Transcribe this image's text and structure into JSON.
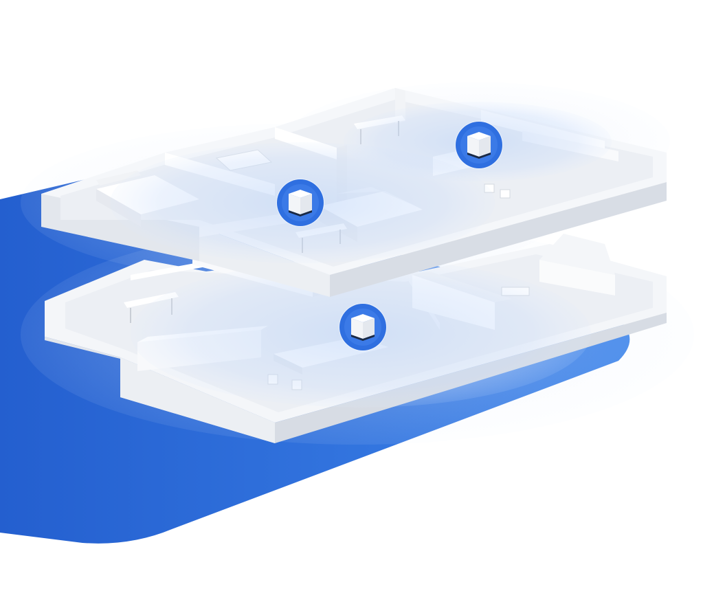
{
  "scene": {
    "subject": "mesh-wifi-coverage-illustration",
    "floors": [
      "upper-floor",
      "lower-floor"
    ],
    "nodes": [
      {
        "id": "node-upper-left",
        "icon": "mesh-router-cube-icon"
      },
      {
        "id": "node-upper-right",
        "icon": "mesh-router-cube-icon"
      },
      {
        "id": "node-lower-center",
        "icon": "mesh-router-cube-icon"
      }
    ]
  },
  "colors": {
    "base_blue": "#2a67d2",
    "base_blue_light": "#3a7ee6",
    "node_ring": "#2f6fe0",
    "signal": "#cfe0fb",
    "wall_top": "#f7f8fa",
    "wall_side": "#e6e9ee",
    "floor": "#eef1f5"
  }
}
